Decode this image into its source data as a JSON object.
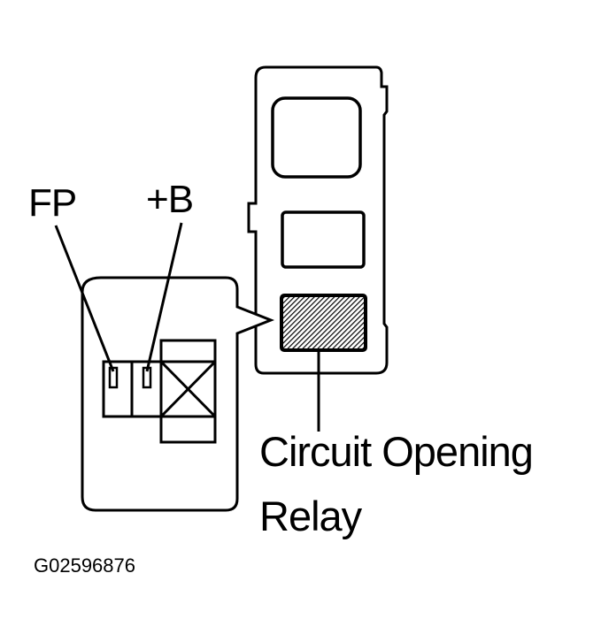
{
  "labels": {
    "fp": "FP",
    "plus_b": "+B",
    "relay_line1": "Circuit Opening",
    "relay_line2": "Relay",
    "figure_code": "G02596876"
  },
  "colors": {
    "ink": "#000000",
    "background": "#ffffff",
    "relay_fill": "#8a8a8a"
  }
}
